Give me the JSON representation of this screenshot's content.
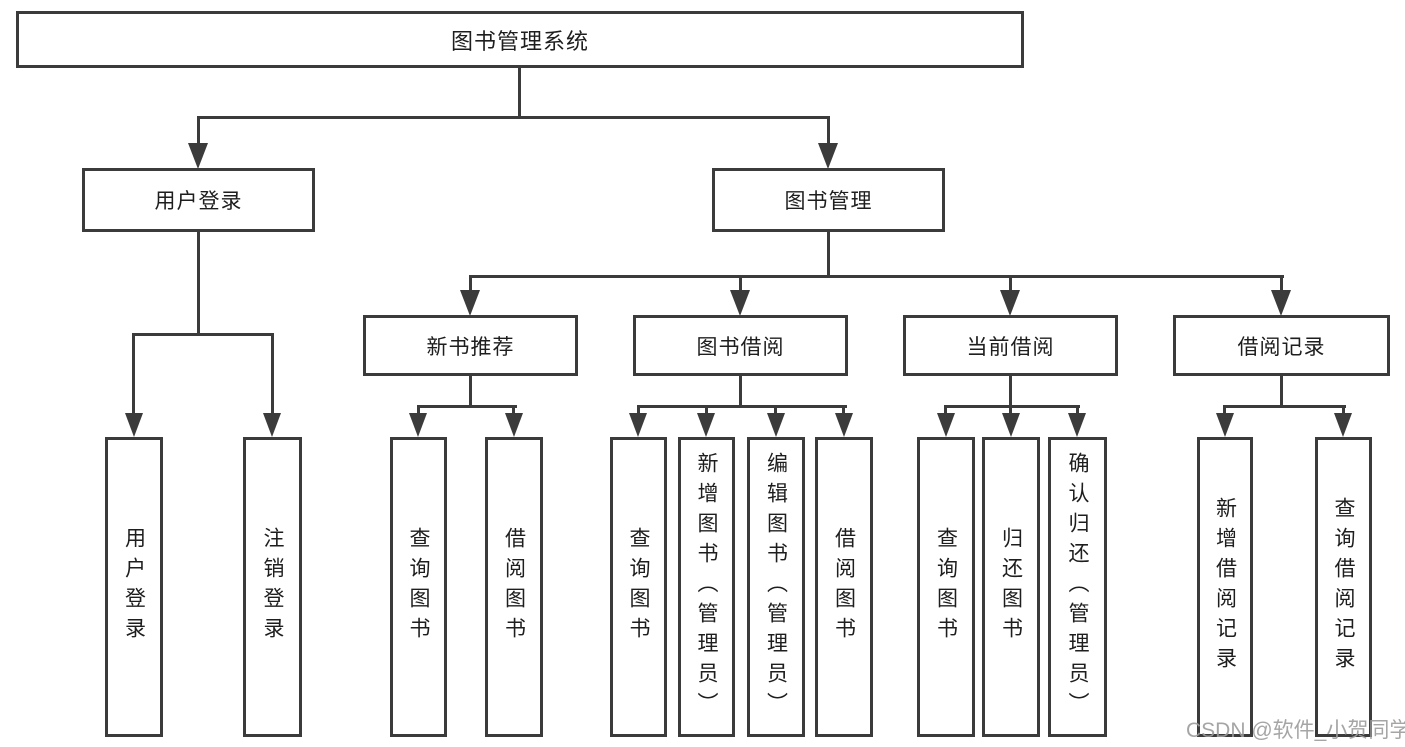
{
  "diagram": {
    "root": {
      "label": "图书管理系统"
    },
    "level2": [
      {
        "label": "用户登录"
      },
      {
        "label": "图书管理"
      }
    ],
    "level3": [
      {
        "label": "新书推荐"
      },
      {
        "label": "图书借阅"
      },
      {
        "label": "当前借阅"
      },
      {
        "label": "借阅记录"
      }
    ],
    "leaves": [
      {
        "label": "用户登录"
      },
      {
        "label": "注销登录"
      },
      {
        "label": "查询图书"
      },
      {
        "label": "借阅图书"
      },
      {
        "label": "查询图书"
      },
      {
        "label": "新增图书（管理员）"
      },
      {
        "label": "编辑图书（管理员）"
      },
      {
        "label": "借阅图书"
      },
      {
        "label": "查询图书"
      },
      {
        "label": "归还图书"
      },
      {
        "label": "确认归还（管理员）"
      },
      {
        "label": "新增借阅记录"
      },
      {
        "label": "查询借阅记录"
      }
    ]
  },
  "watermark": {
    "text": "CSDN @软件_小贺同学"
  },
  "colors": {
    "line": "#3b3b3b",
    "text": "#1e1e1e",
    "watermark": "#9c9c9c",
    "background": "#ffffff"
  }
}
